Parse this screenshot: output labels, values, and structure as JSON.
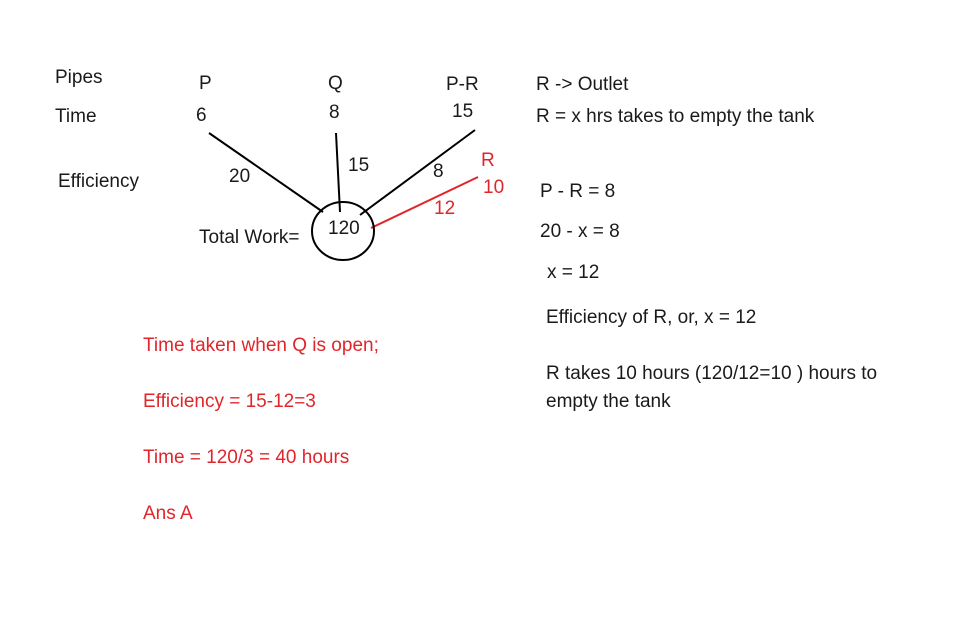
{
  "colors": {
    "ink": "#1a1a1a",
    "red": "#e0262b"
  },
  "row_labels": {
    "pipes": "Pipes",
    "time": "Time",
    "efficiency": "Efficiency"
  },
  "columns": {
    "p": {
      "name": "P",
      "time": "6",
      "efficiency": "20"
    },
    "q": {
      "name": "Q",
      "time": "8",
      "efficiency": "15"
    },
    "pr": {
      "name": "P-R",
      "time": "15",
      "efficiency": "8"
    },
    "r": {
      "name": "R",
      "time": "10",
      "efficiency": "12"
    }
  },
  "total_work": {
    "label": "Total Work=",
    "value": "120"
  },
  "notes": {
    "outlet": "R -> Outlet",
    "def_x": "R = x hrs takes to empty the tank",
    "eq1": "P - R = 8",
    "eq2": "20 - x = 8",
    "eq3": "x = 12",
    "eff_r": "Efficiency of R, or, x = 12",
    "r_takes_line1": "R takes 10 hours (120/12=10 ) hours to",
    "r_takes_line2": "empty the tank"
  },
  "solution": {
    "line1": "Time taken when Q is open;",
    "line2": "Efficiency = 15-12=3",
    "line3": "Time = 120/3 = 40 hours",
    "line4": "Ans A"
  }
}
